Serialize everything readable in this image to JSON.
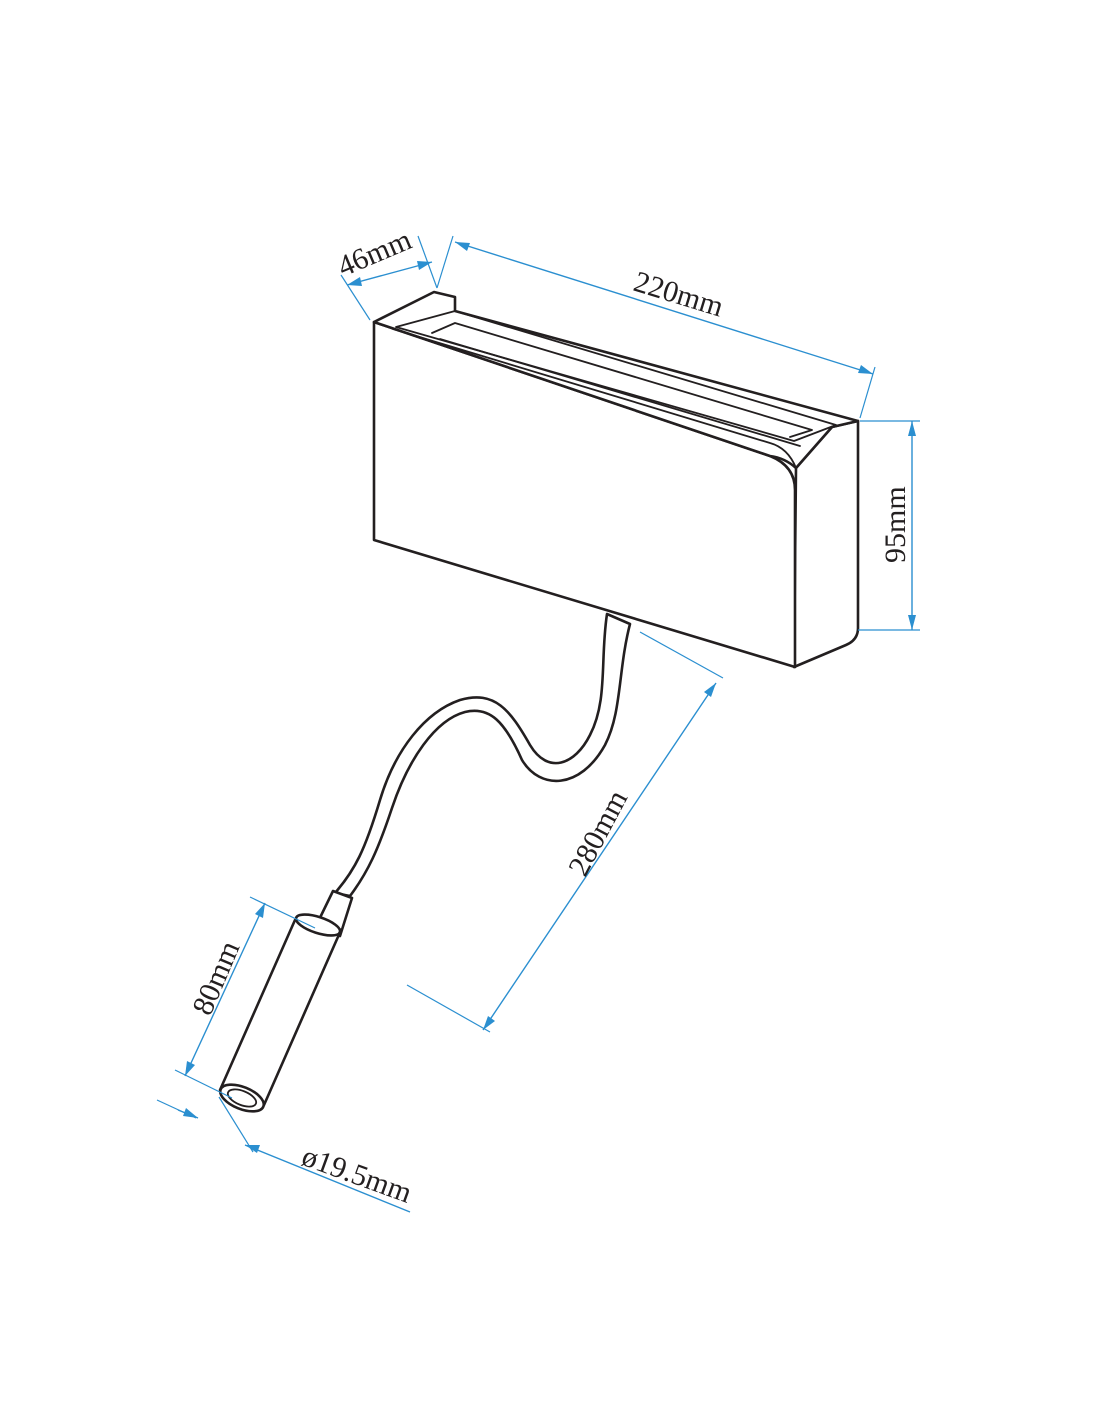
{
  "dimensions": {
    "depth": "46mm",
    "width": "220mm",
    "height": "95mm",
    "arm_length": "280mm",
    "head_length": "80mm",
    "head_diameter": "ø19.5mm"
  },
  "colors": {
    "outline": "#231f20",
    "dimension_lines": "#2b8fd0",
    "background": "#ffffff"
  }
}
